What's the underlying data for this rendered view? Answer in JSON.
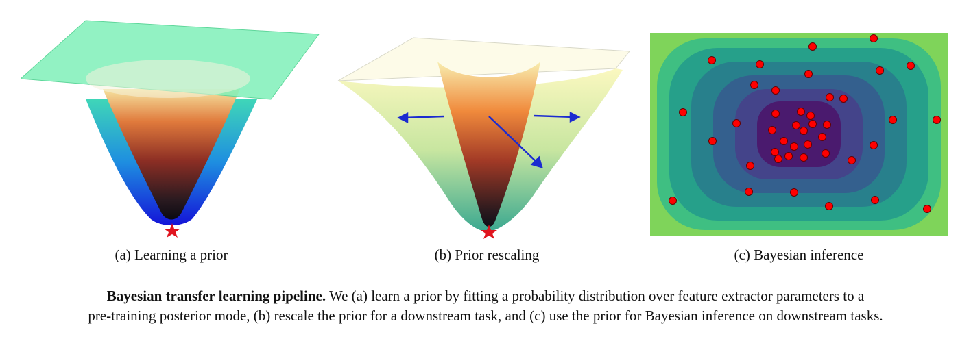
{
  "panels": {
    "a": {
      "caption": "(a) Learning a prior"
    },
    "b": {
      "caption": "(b) Prior rescaling"
    },
    "c": {
      "caption": "(c) Bayesian inference"
    }
  },
  "figure_caption": {
    "bold": "Bayesian transfer learning pipeline.",
    "line1": " We (a) learn a prior by fitting a probability distribution over feature extractor parameters to a",
    "line2": "pre-training posterior mode, (b) rescale the prior for a downstream task, and (c) use the prior for Bayesian inference on downstream tasks."
  },
  "colors": {
    "plane": "#7ff0b8",
    "star": "#e0141e",
    "arrow": "#1b2bd0",
    "points": "#ff0000",
    "contour_inner": "#4a1a6e",
    "contour_outer": "#7fd45a"
  },
  "icons": {
    "minimum": "star-icon",
    "rescale": "arrow-icon"
  }
}
